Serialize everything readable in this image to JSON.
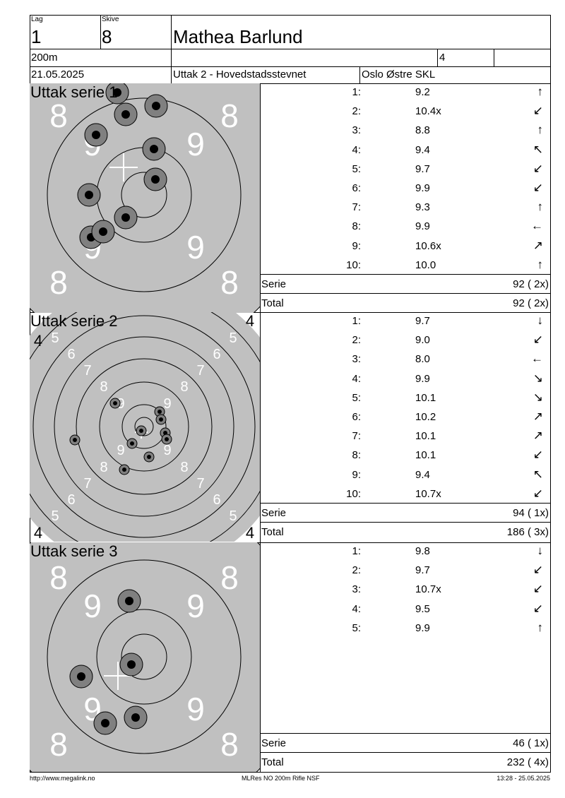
{
  "header": {
    "lag_label": "Lag",
    "lag": "1",
    "skive_label": "Skive",
    "skive": "8",
    "name": "Mathea Barlund",
    "distance": "200m",
    "class": "4",
    "date": "21.05.2025",
    "event": "Uttak 2 - Hovedstadsstevnet",
    "club": "Oslo Østre SKL"
  },
  "series": [
    {
      "title": "Uttak serie 1",
      "shots": [
        {
          "n": "1:",
          "v": "9.2",
          "a": "↑"
        },
        {
          "n": "2:",
          "v": "10.4x",
          "a": "↙"
        },
        {
          "n": "3:",
          "v": "8.8",
          "a": "↑"
        },
        {
          "n": "4:",
          "v": "9.4",
          "a": "↖"
        },
        {
          "n": "5:",
          "v": "9.7",
          "a": "↙"
        },
        {
          "n": "6:",
          "v": "9.9",
          "a": "↙"
        },
        {
          "n": "7:",
          "v": "9.3",
          "a": "↑"
        },
        {
          "n": "8:",
          "v": "9.9",
          "a": "←"
        },
        {
          "n": "9:",
          "v": "10.6x",
          "a": "↗"
        },
        {
          "n": "10:",
          "v": "10.0",
          "a": "↑"
        }
      ],
      "serie_label": "Serie",
      "serie": "92 ( 2x)",
      "total_label": "Total",
      "total": "92 ( 2x)",
      "ring_labels": [
        "8",
        "9"
      ]
    },
    {
      "title": "Uttak serie 2",
      "shots": [
        {
          "n": "1:",
          "v": "9.7",
          "a": "↓"
        },
        {
          "n": "2:",
          "v": "9.0",
          "a": "↙"
        },
        {
          "n": "3:",
          "v": "8.0",
          "a": "←"
        },
        {
          "n": "4:",
          "v": "9.9",
          "a": "↘"
        },
        {
          "n": "5:",
          "v": "10.1",
          "a": "↘"
        },
        {
          "n": "6:",
          "v": "10.2",
          "a": "↗"
        },
        {
          "n": "7:",
          "v": "10.1",
          "a": "↗"
        },
        {
          "n": "8:",
          "v": "10.1",
          "a": "↙"
        },
        {
          "n": "9:",
          "v": "9.4",
          "a": "↖"
        },
        {
          "n": "10:",
          "v": "10.7x",
          "a": "↙"
        }
      ],
      "serie_label": "Serie",
      "serie": "94 ( 1x)",
      "total_label": "Total",
      "total": "186 ( 3x)",
      "ring_labels": [
        "4",
        "5",
        "6",
        "7",
        "8",
        "9"
      ]
    },
    {
      "title": "Uttak serie 3",
      "shots": [
        {
          "n": "1:",
          "v": "9.8",
          "a": "↓"
        },
        {
          "n": "2:",
          "v": "9.7",
          "a": "↙"
        },
        {
          "n": "3:",
          "v": "10.7x",
          "a": "↙"
        },
        {
          "n": "4:",
          "v": "9.5",
          "a": "↙"
        },
        {
          "n": "5:",
          "v": "9.9",
          "a": "↑"
        }
      ],
      "serie_label": "Serie",
      "serie": "46 ( 1x)",
      "total_label": "Total",
      "total": "232 ( 4x)",
      "ring_labels": [
        "8",
        "9"
      ]
    }
  ],
  "footer": {
    "url": "http://www.megalink.no",
    "program": "MLRes NO 200m Rifle NSF",
    "timestamp": "13:28 - 25.05.2025"
  }
}
